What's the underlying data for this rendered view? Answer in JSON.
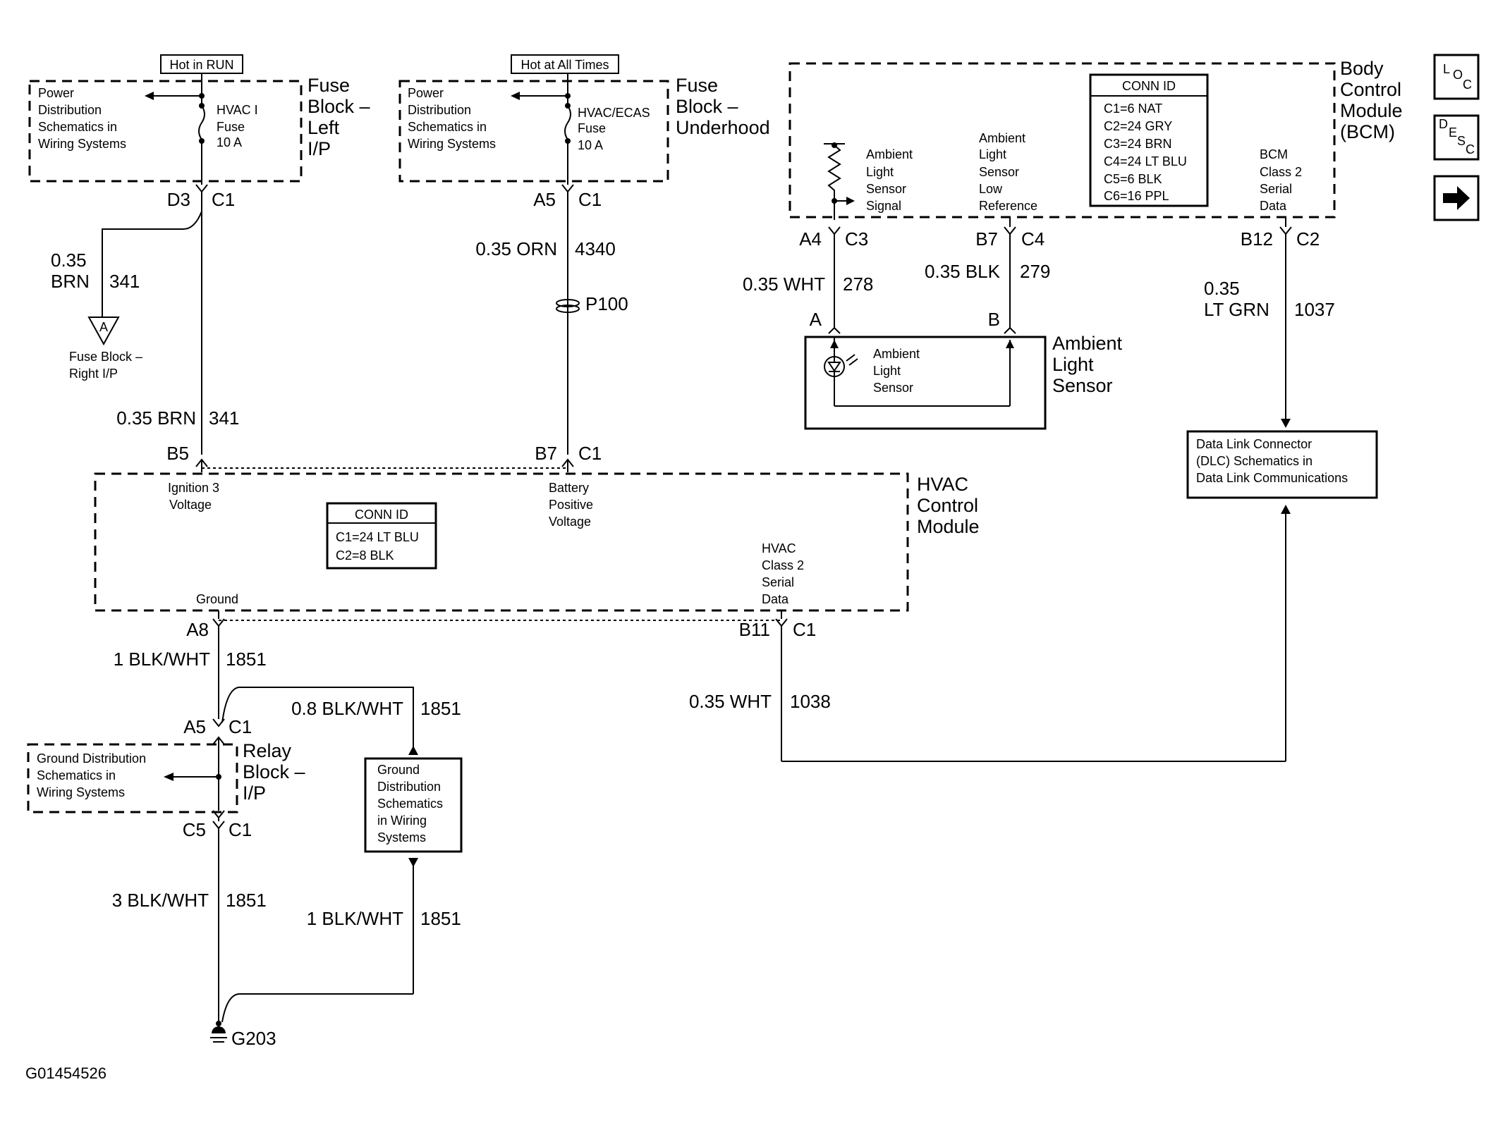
{
  "diagram": {
    "hot_in_run": "Hot in RUN",
    "hot_at_all_times": "Hot at All Times",
    "fuse_block_left": {
      "line1": "Fuse",
      "line2": "Block –",
      "line3": "Left",
      "line4": "I/P"
    },
    "fuse_block_underhood": {
      "line1": "Fuse",
      "line2": "Block –",
      "line3": "Underhood"
    },
    "power_dist_left": {
      "line1": "Power",
      "line2": "Distribution",
      "line3": "Schematics in",
      "line4": "Wiring Systems"
    },
    "power_dist_under": {
      "line1": "Power",
      "line2": "Distribution",
      "line3": "Schematics in",
      "line4": "Wiring Systems"
    },
    "hvac_fuse": {
      "line1": "HVAC I",
      "line2": "Fuse",
      "line3": "10 A"
    },
    "hvac_ecas_fuse": {
      "line1": "HVAC/ECAS",
      "line2": "Fuse",
      "line3": "10 A"
    },
    "bcm": {
      "line1": "Body",
      "line2": "Control",
      "line3": "Module",
      "line4": "(BCM)"
    },
    "bcm_conn": {
      "title": "CONN ID",
      "c1": "C1=6 NAT",
      "c2": "C2=24 GRY",
      "c3": "C3=24 BRN",
      "c4": "C4=24 LT BLU",
      "c5": "C5=6 BLK",
      "c6": "C6=16 PPL"
    },
    "bcm_signal": {
      "line1": "Ambient",
      "line2": "Light",
      "line3": "Sensor",
      "line4": "Signal"
    },
    "bcm_lowref": {
      "line1": "Ambient",
      "line2": "Light",
      "line3": "Sensor",
      "line4": "Low",
      "line5": "Reference"
    },
    "bcm_class2": {
      "line1": "BCM",
      "line2": "Class 2",
      "line3": "Serial",
      "line4": "Data"
    },
    "d3": "D3",
    "c1_a": "C1",
    "a5_top": "A5",
    "c1_b": "C1",
    "a4": "A4",
    "c3": "C3",
    "b7_top": "B7",
    "c4": "C4",
    "b12": "B12",
    "c2": "C2",
    "w341_size": "0.35",
    "w341_color": "BRN",
    "w341_num": "341",
    "fuse_block_right": {
      "letter": "A",
      "line1": "Fuse Block –",
      "line2": "Right I/P"
    },
    "w4340": "0.35 ORN",
    "w4340_num": "4340",
    "p100": "P100",
    "w278": "0.35 WHT",
    "w278_num": "278",
    "w279": "0.35 BLK",
    "w279_num": "279",
    "w1037_size": "0.35",
    "w1037_color": "LT GRN",
    "w1037_num": "1037",
    "pin_a": "A",
    "pin_b": "B",
    "als_inner": {
      "line1": "Ambient",
      "line2": "Light",
      "line3": "Sensor"
    },
    "als_title": {
      "line1": "Ambient",
      "line2": "Light",
      "line3": "Sensor"
    },
    "dlc": {
      "line1": "Data Link Connector",
      "line2": "(DLC) Schematics in",
      "line3": "Data Link Communications"
    },
    "w341b": "0.35 BRN",
    "w341b_num": "341",
    "b5": "B5",
    "b7_mid": "B7",
    "c1_c": "C1",
    "hvac_module": {
      "line1": "HVAC",
      "line2": "Control",
      "line3": "Module"
    },
    "ign3": {
      "line1": "Ignition 3",
      "line2": "Voltage"
    },
    "batt": {
      "line1": "Battery",
      "line2": "Positive",
      "line3": "Voltage"
    },
    "hvac_conn": {
      "title": "CONN ID",
      "c1": "C1=24 LT BLU",
      "c2": "C2=8 BLK"
    },
    "hvac_class2": {
      "line1": "HVAC",
      "line2": "Class 2",
      "line3": "Serial",
      "line4": "Data"
    },
    "ground": "Ground",
    "a8": "A8",
    "b11": "B11",
    "c1_d": "C1",
    "w1851a": "1 BLK/WHT",
    "w1851a_num": "1851",
    "w1038": "0.35 WHT",
    "w1038_num": "1038",
    "a5_bot": "A5",
    "c1_e": "C1",
    "w1851b": "0.8 BLK/WHT",
    "w1851b_num": "1851",
    "relay_block": {
      "line1": "Relay",
      "line2": "Block –",
      "line3": "I/P"
    },
    "ground_dist_left": {
      "line1": "Ground Distribution",
      "line2": "Schematics in",
      "line3": "Wiring Systems"
    },
    "ground_dist_box": {
      "line1": "Ground",
      "line2": "Distribution",
      "line3": "Schematics",
      "line4": "in Wiring",
      "line5": "Systems"
    },
    "c5": "C5",
    "c1_f": "C1",
    "w1851c": "3 BLK/WHT",
    "w1851c_num": "1851",
    "w1851d": "1 BLK/WHT",
    "w1851d_num": "1851",
    "g203": "G203",
    "figure_id": "G01454526"
  },
  "nav": {
    "loc": {
      "l": "L",
      "o": "O",
      "c": "C",
      "icon": "location-icon"
    },
    "desc": {
      "d": "D",
      "e": "E",
      "s": "S",
      "c": "C",
      "icon": "description-icon"
    },
    "next": {
      "icon": "arrow-right-icon"
    }
  }
}
